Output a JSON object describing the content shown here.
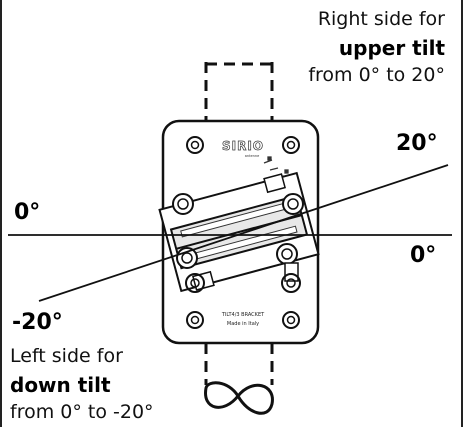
{
  "captions": {
    "right": {
      "line1": "Right side for",
      "line2": "upper tilt",
      "line3": "from 0° to 20°"
    },
    "left": {
      "line1": "Left side for",
      "line2": "down tilt",
      "line3": "from 0° to -20°"
    }
  },
  "angles": {
    "zero_left": "0°",
    "zero_right": "0°",
    "plus": "20°",
    "minus": "-20°"
  },
  "bracket": {
    "logo": "SIRIO",
    "logo_sub": "antenne",
    "model": "TILT4/3 BRACKET",
    "origin": "Made in Italy"
  }
}
